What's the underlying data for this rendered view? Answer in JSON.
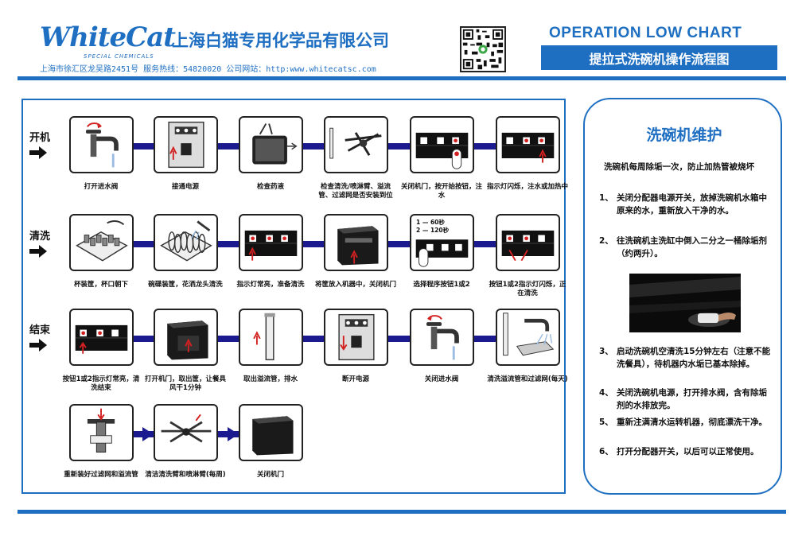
{
  "header": {
    "logo_word": "WhiteCat",
    "logo_sub": "SPECIAL CHEMICALS",
    "company": "上海白猫专用化学品有限公司",
    "address": "上海市徐汇区龙吴路2451号 服务热线：54820020 公司网站：http:www.whitecatsc.com",
    "title_en": "OPERATION LOW CHART",
    "title_cn": "提拉式洗碗机操作流程图"
  },
  "rows": [
    {
      "label": "开机"
    },
    {
      "label": "清洗"
    },
    {
      "label": "结束"
    }
  ],
  "steps": [
    {
      "icon": "faucet-open-icon",
      "caption": "打开进水阀"
    },
    {
      "icon": "power-switch-icon",
      "caption": "接通电源"
    },
    {
      "icon": "detergent-box-icon",
      "caption": "检查药液"
    },
    {
      "icon": "spray-arm-check-icon",
      "caption": "检查清洗/喷淋臂、溢流管、过滤网是否安装到位"
    },
    {
      "icon": "machine-panel-door-icon",
      "caption": "关闭机门，按开始按钮，注水"
    },
    {
      "icon": "indicator-light-icon",
      "caption": "指示灯闪烁，注水或加热中"
    },
    {
      "icon": "cup-rack-icon",
      "caption": "杯装筐，杯口朝下"
    },
    {
      "icon": "plate-rack-icon",
      "caption": "碗碟装筐，花洒龙头清洗"
    },
    {
      "icon": "indicator-steady-icon",
      "caption": "指示灯常亮，准备清洗"
    },
    {
      "icon": "rack-into-machine-icon",
      "caption": "将筐放入机器中，关闭机门"
    },
    {
      "icon": "program-select-icon",
      "caption": "选择程序按钮1或2",
      "program_lines": [
        "1 — 60秒",
        "2 — 120秒"
      ]
    },
    {
      "icon": "button-press-icon",
      "caption": "按钮1或2指示灯闪烁，正在清洗"
    },
    {
      "icon": "button-light-steady-icon",
      "caption": "按钮1或2指示灯常亮，清洗结束"
    },
    {
      "icon": "door-open-icon",
      "caption": "打开机门，取出筐，让餐具风干1分钟"
    },
    {
      "icon": "overflow-pipe-icon",
      "caption": "取出溢流管，排水"
    },
    {
      "icon": "power-off-icon",
      "caption": "断开电源"
    },
    {
      "icon": "faucet-close-icon",
      "caption": "关闭进水阀"
    },
    {
      "icon": "filter-wash-icon",
      "caption": "清洗溢流管和过滤网(每天)"
    },
    {
      "icon": "filter-reinstall-icon",
      "caption": "重新装好过滤网和溢流管"
    },
    {
      "icon": "spray-arm-clean-icon",
      "caption": "清洁清洗臂和喷淋臂(每周)"
    },
    {
      "icon": "door-close-icon",
      "caption": "关闭机门"
    }
  ],
  "maintenance": {
    "title": "洗碗机维护",
    "intro": "洗碗机每周除垢一次，防止加热管被烧坏",
    "items": [
      {
        "num": "1、",
        "text": "关闭分配器电源开关，放掉洗碗机水箱中原来的水，重新放入干净的水。"
      },
      {
        "num": "2、",
        "text": "往洗碗机主洗缸中倒入二分之一桶除垢剂（约两升）。"
      },
      {
        "num": "3、",
        "text": "启动洗碗机空清洗15分钟左右（注意不能洗餐具），待机器内水垢已基本除掉。"
      },
      {
        "num": "4、",
        "text": "关闭洗碗机电源，打开排水阀，含有除垢剂的水排放完。"
      },
      {
        "num": "5、",
        "text": "重新注满清水运转机器，彻底漂洗干净。"
      },
      {
        "num": "6、",
        "text": "打开分配器开关，以后可以正常使用。"
      }
    ]
  },
  "colors": {
    "brand_blue": "#1e6fc2",
    "flow_navy": "#1b1b8f",
    "arrow_red": "#d32020"
  }
}
